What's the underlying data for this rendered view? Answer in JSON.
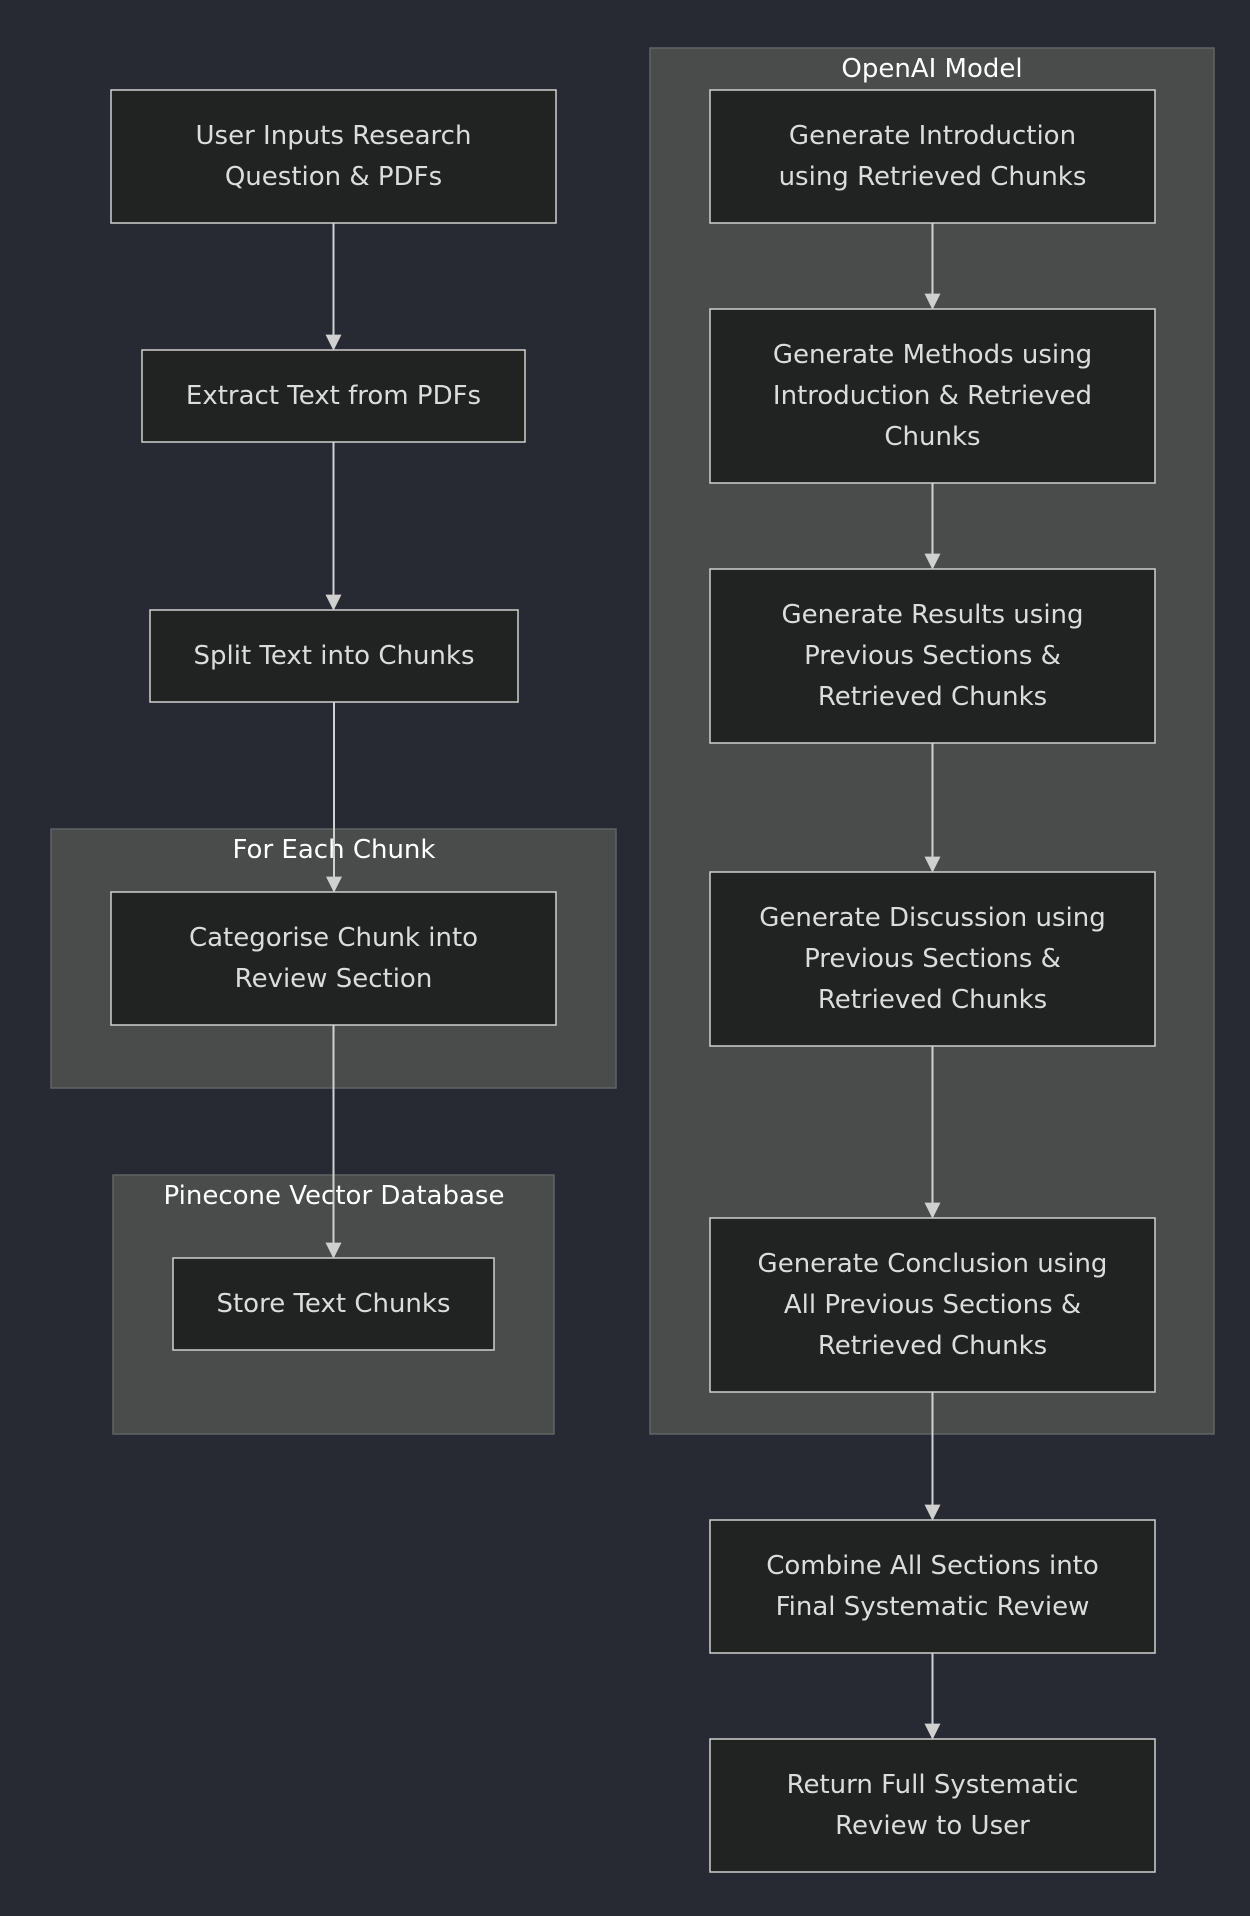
{
  "clusters": {
    "openai": {
      "label": "OpenAI Model"
    },
    "for_each": {
      "label": "For Each Chunk"
    },
    "pinecone": {
      "label": "Pinecone Vector Database"
    }
  },
  "nodes": {
    "user_inputs": {
      "lines": [
        "User Inputs Research",
        "Question & PDFs"
      ]
    },
    "extract_text": {
      "lines": [
        "Extract Text from PDFs"
      ]
    },
    "split_text": {
      "lines": [
        "Split Text into Chunks"
      ]
    },
    "categorise": {
      "lines": [
        "Categorise Chunk into",
        "Review Section"
      ]
    },
    "store_chunks": {
      "lines": [
        "Store Text Chunks"
      ]
    },
    "gen_intro": {
      "lines": [
        "Generate Introduction",
        "using Retrieved Chunks"
      ]
    },
    "gen_methods": {
      "lines": [
        "Generate Methods using",
        "Introduction & Retrieved",
        "Chunks"
      ]
    },
    "gen_results": {
      "lines": [
        "Generate Results using",
        "Previous Sections &",
        "Retrieved Chunks"
      ]
    },
    "gen_discussion": {
      "lines": [
        "Generate Discussion using",
        "Previous Sections &",
        "Retrieved Chunks"
      ]
    },
    "gen_conclusion": {
      "lines": [
        "Generate Conclusion using",
        "All Previous Sections &",
        "Retrieved Chunks"
      ]
    },
    "combine": {
      "lines": [
        "Combine All Sections into",
        "Final Systematic Review"
      ]
    },
    "return_review": {
      "lines": [
        "Return Full Systematic",
        "Review to User"
      ]
    }
  },
  "edges": [
    {
      "from": "user_inputs",
      "to": "extract_text"
    },
    {
      "from": "extract_text",
      "to": "split_text"
    },
    {
      "from": "split_text",
      "to": "categorise"
    },
    {
      "from": "categorise",
      "to": "store_chunks"
    },
    {
      "from": "gen_intro",
      "to": "gen_methods"
    },
    {
      "from": "gen_methods",
      "to": "gen_results"
    },
    {
      "from": "gen_results",
      "to": "gen_discussion"
    },
    {
      "from": "gen_discussion",
      "to": "gen_conclusion"
    },
    {
      "from": "gen_conclusion",
      "to": "combine"
    },
    {
      "from": "combine",
      "to": "return_review"
    }
  ]
}
